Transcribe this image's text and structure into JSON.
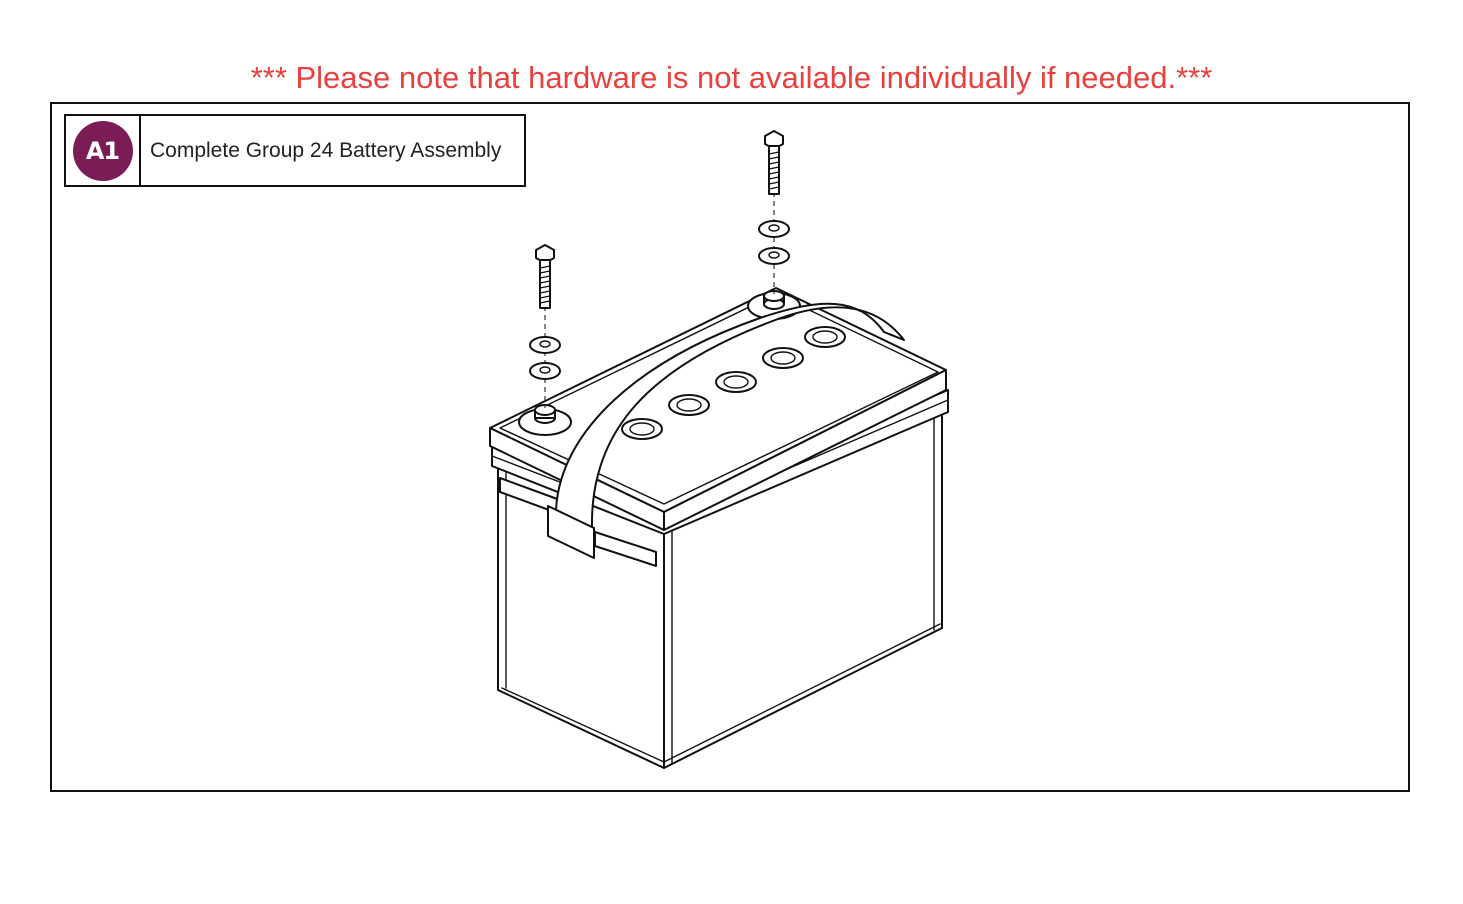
{
  "notice": "*** Please note that hardware is not available individually if needed.***",
  "legend": {
    "items": [
      {
        "badge": "A1",
        "label": "Complete Group 24 Battery Assembly"
      }
    ]
  },
  "colors": {
    "notice": "#e8413d",
    "badge": "#7a1d57",
    "line": "#111111"
  },
  "icons": {
    "illustration": "battery-assembly-exploded-view"
  }
}
